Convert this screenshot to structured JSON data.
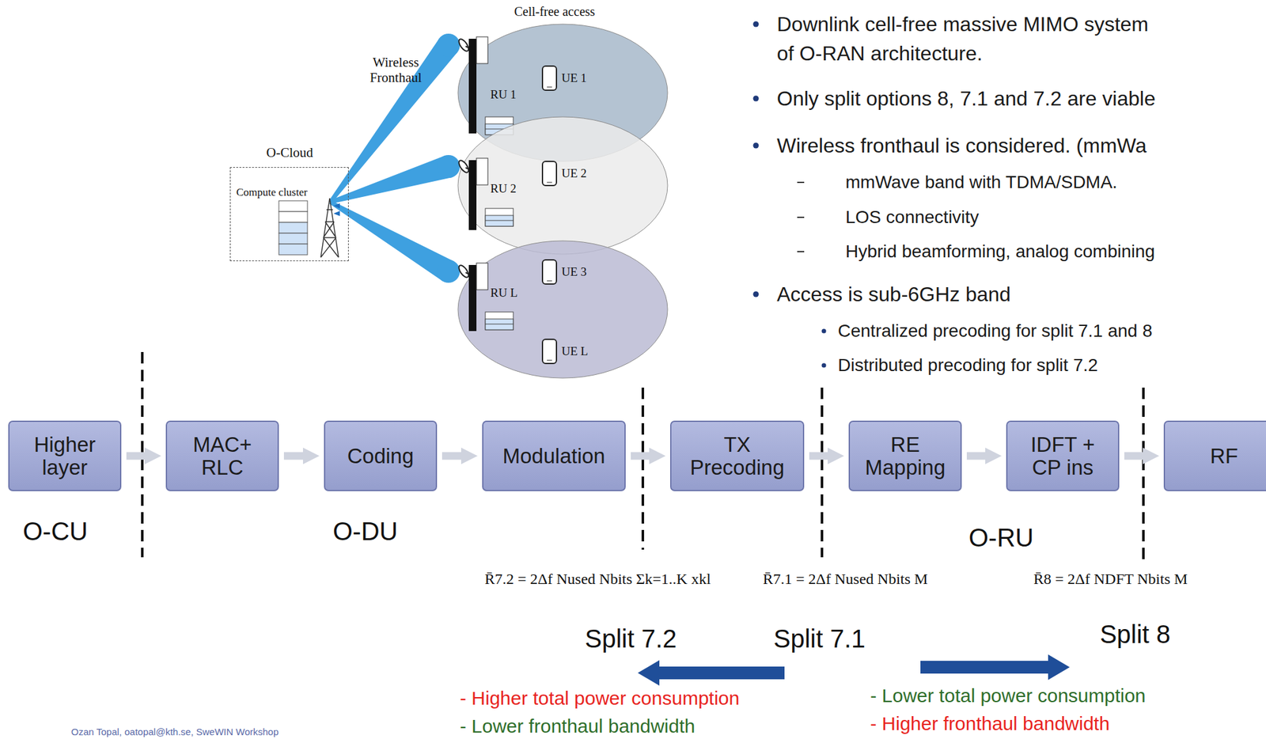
{
  "diagram": {
    "nodes": [
      {
        "text": [
          "O-Cloud",
          "Compute cluster"
        ]
      },
      {
        "text": [
          "RU 1",
          "UE 1"
        ]
      },
      {
        "text": [
          "RU 2",
          "UE 2"
        ]
      },
      {
        "text": [
          "RU L",
          "UE 3",
          "UE L"
        ]
      },
      {
        "text": [
          "Higher layer"
        ]
      },
      {
        "text": [
          "MAC+ RLC"
        ]
      },
      {
        "text": [
          "Coding"
        ]
      },
      {
        "text": [
          "Modulation"
        ]
      },
      {
        "text": [
          "TX Precoding"
        ]
      },
      {
        "text": [
          "RE Mapping"
        ]
      },
      {
        "text": [
          "IDFT + CP ins"
        ]
      },
      {
        "text": [
          "RF"
        ]
      }
    ],
    "edges": [
      {
        "from": 4,
        "to": 5,
        "arrow": "to"
      },
      {
        "from": 5,
        "to": 6,
        "arrow": "to"
      },
      {
        "from": 6,
        "to": 7,
        "arrow": "to"
      },
      {
        "from": 7,
        "to": 8,
        "arrow": "to"
      },
      {
        "from": 8,
        "to": 9,
        "arrow": "to"
      },
      {
        "from": 9,
        "to": 10,
        "arrow": "to"
      },
      {
        "from": 10,
        "to": 11,
        "arrow": "to"
      }
    ],
    "labels": [
      "Cell-free access",
      "Wireless Fronthaul",
      "Downlink cell-free massive MIMO system",
      "of O-RAN architecture.",
      "Only split options 8, 7.1 and 7.2 are viable",
      "Wireless fronthaul is considered. (mmWa",
      "mmWave band with TDMA/SDMA.",
      "LOS connectivity",
      "Hybrid beamforming, analog combining",
      "Access is sub-6GHz band",
      "Centralized precoding for split 7.1 and 8",
      "Distributed precoding for split 7.2",
      "O-CU",
      "O-DU",
      "O-RU",
      "R̄7.2 = 2Δf Nused Nbits Σk=1..K xkl",
      "R̄7.1 = 2Δf Nused Nbits M",
      "R̄8 = 2Δf NDFT Nbits M",
      "Split 7.2",
      "Split 7.1",
      "Split 8",
      "- Higher total power consumption",
      "- Lower fronthaul bandwidth",
      "- Lower total power consumption",
      "- Higher fronthaul bandwidth",
      "Ozan Topal, oatopal@kth.se, SweWIN Workshop"
    ]
  }
}
